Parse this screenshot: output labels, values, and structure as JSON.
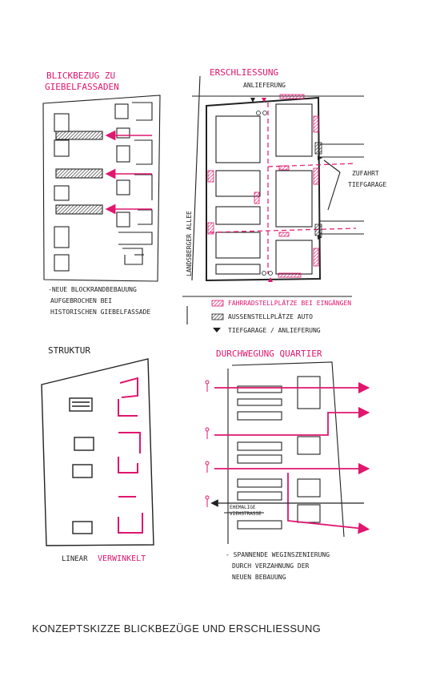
{
  "colors": {
    "accent": "#e0166f",
    "ink": "#222222"
  },
  "sketch1": {
    "title_line1": "BLICKBEZUG ZU",
    "title_line2": "GIEBELFASSADEN",
    "note_line1": "-NEUE BLOCKRANDBEBAUUNG",
    "note_line2": "AUFGEBROCHEN BEI",
    "note_line3": "HISTORISCHEN GIEBELFASSADE"
  },
  "sketch2": {
    "title": "ERSCHLIESSUNG",
    "top_label": "ANLIEFERUNG",
    "street_label": "LANDSBERGER ALLEE",
    "garage_label_line1": "ZUFAHRT",
    "garage_label_line2": "TIEFGARAGE",
    "legend": [
      {
        "label": "FAHRRADSTELLPLÄTZE BEI EINGÄNGEN",
        "color": "pink"
      },
      {
        "label": "AUSSENSTELLPLÄTZE AUTO",
        "color": "ink"
      },
      {
        "label": "TIEFGARAGE / ANLIEFERUNG",
        "color": "ink"
      }
    ]
  },
  "sketch3": {
    "title": "STRUKTUR",
    "label_linear": "LINEAR",
    "label_angled": "VERWINKELT"
  },
  "sketch4": {
    "title": "DURCHWEGUNG QUARTIER",
    "street_label_line1": "EHEMALIGE",
    "street_label_line2": "VIEHSTRASSE",
    "note_line1": "- SPANNENDE WEGINSZENIERUNG",
    "note_line2": "DURCH VERZAHNUNG DER",
    "note_line3": "NEUEN BEBAUUNG"
  },
  "caption": "KONZEPTSKIZZE BLICKBEZÜGE UND ERSCHLIESSUNG"
}
